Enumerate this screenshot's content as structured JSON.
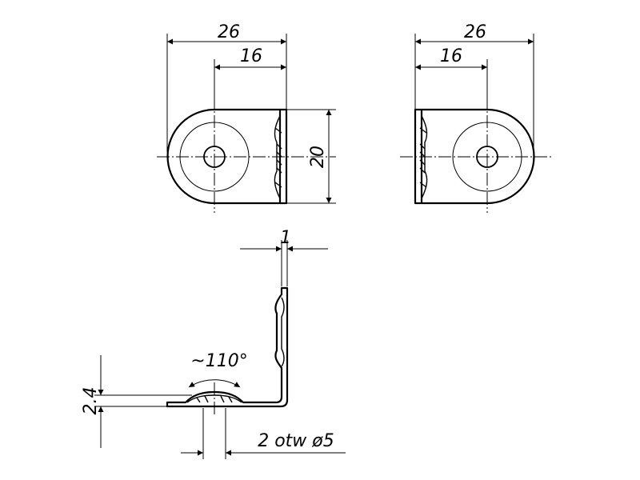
{
  "dimensions": {
    "left_width": "26",
    "left_hole_offset": "16",
    "right_width": "26",
    "right_hole_offset": "16",
    "height": "20",
    "thickness": "1",
    "bend_height": "2.4",
    "angle": "~110°",
    "holes_note": "2 otw ø5"
  }
}
